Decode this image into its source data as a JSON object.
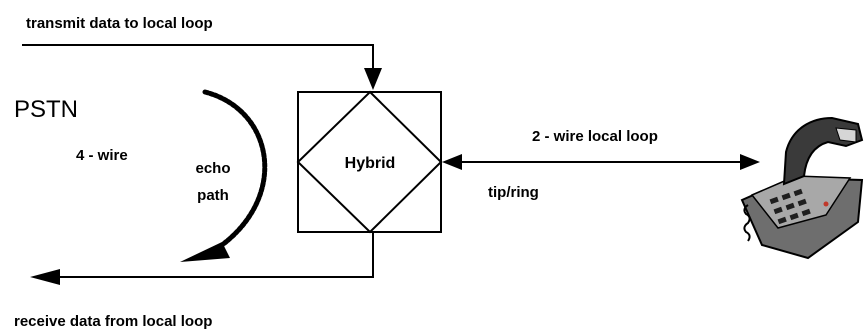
{
  "labels": {
    "transmit": "transmit data to local loop",
    "receive": "receive data from local loop",
    "pstn": "PSTN",
    "four_wire": "4 - wire",
    "echo_line1": "echo",
    "echo_line2": "path",
    "hybrid": "Hybrid",
    "two_wire": "2 - wire local loop",
    "tip_ring": "tip/ring"
  },
  "icons": {
    "telephone": "desk-telephone-icon"
  }
}
